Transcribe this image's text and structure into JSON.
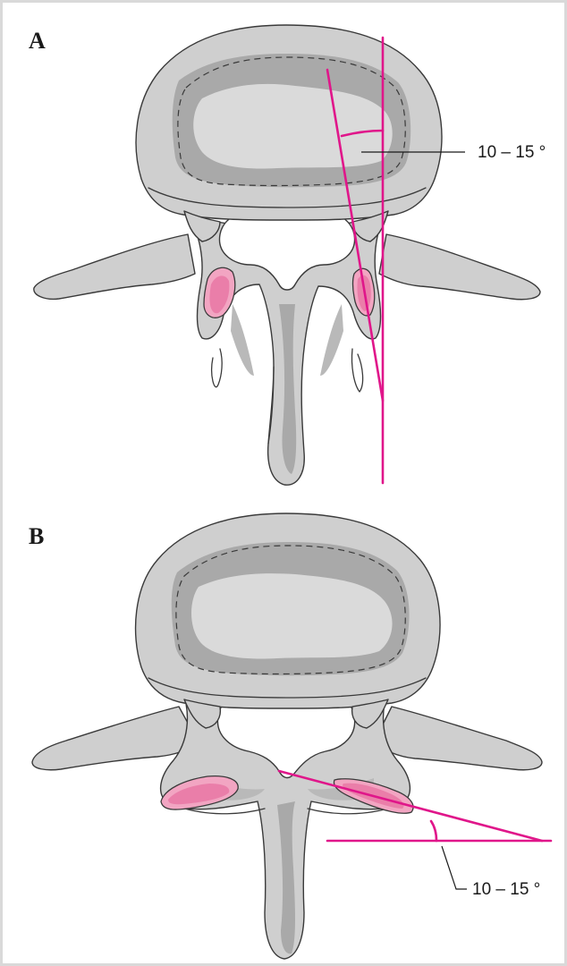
{
  "panels": [
    {
      "letter": "A",
      "angle_label": "10 – 15 °"
    },
    {
      "letter": "B",
      "angle_label": "10 – 15 °"
    }
  ],
  "colors": {
    "bone_fill": "#cfcfcf",
    "bone_shadow": "#a9a9a9",
    "facet_fill": "#f2a5c2",
    "angle_line": "#e0168a",
    "frame": "#d9d9d9"
  }
}
